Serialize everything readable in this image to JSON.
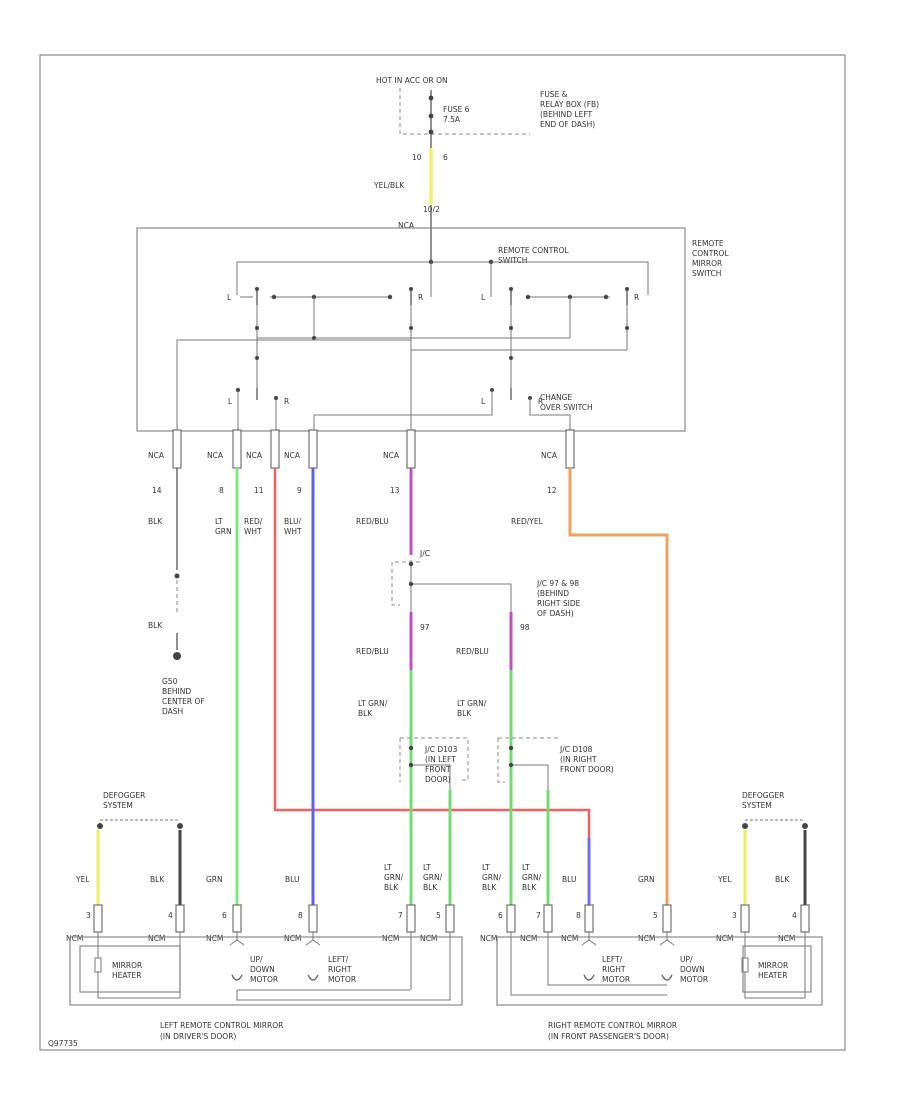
{
  "colors": {
    "yel_blk": "#f0f070",
    "grn": "#7ee87e",
    "red_wht": "#f06060",
    "blu_wht": "#6060f0",
    "red_blu": "#c050c0",
    "red_yel": "#f0a060",
    "lt_grn_blk": "#70dc70",
    "blk": "#444444",
    "yel": "#eeee66",
    "blu": "#7070ee"
  },
  "power": {
    "label": "HOT IN ACC OR ON",
    "fuse": "FUSE 6\n7.5A",
    "fuse_box": "FUSE &\nRELAY BOX (FB)\n(BEHIND LEFT\nEND OF DASH)",
    "pin_a": "10",
    "pin_b": "6",
    "wire": "YEL/BLK",
    "pin_sw": "10/2",
    "conn": "NCA"
  },
  "switch": {
    "title": "REMOTE\nCONTROL\nMIRROR\nSWITCH",
    "inner": "REMOTE CONTROL\nSWITCH",
    "changeover": "CHANGE\nOVER SWITCH",
    "l1": "L",
    "r1": "R",
    "l2": "L",
    "r2": "R",
    "l3": "L",
    "r3": "R",
    "l4": "L",
    "r4": "R"
  },
  "wires_top": [
    {
      "conn": "NCA",
      "pin": "14",
      "color": "BLK"
    },
    {
      "conn": "NCA",
      "pin": "8",
      "color": "LT\nGRN"
    },
    {
      "conn": "NCA",
      "pin": "11",
      "color": "RED/\nWHT"
    },
    {
      "conn": "NCA",
      "pin": "9",
      "color": "BLU/\nWHT"
    },
    {
      "conn": "NCA",
      "pin": "13",
      "color": "RED/BLU"
    },
    {
      "conn": "NCA",
      "pin": "12",
      "color": "RED/YEL"
    }
  ],
  "ground": {
    "wire": "BLK",
    "name": "G50\nBEHIND\nCENTER OF\nDASH"
  },
  "joint": {
    "name": "J/C",
    "desc": "J/C 97 & 98\n(BEHIND\nRIGHT SIDE\nOF DASH)",
    "pin_l": "97",
    "pin_r": "98",
    "wire_l": "RED/BLU",
    "wire_r": "RED/BLU",
    "out_l": "LT GRN/\nBLK",
    "out_r": "LT GRN/\nBLK"
  },
  "door_jc": {
    "left": "J/C D103\n(IN LEFT\nFRONT\nDOOR)",
    "right": "J/C D108\n(IN RIGHT\nFRONT DOOR)"
  },
  "defogger": {
    "left": "DEFOGGER\nSYSTEM",
    "right": "DEFOGGER\nSYSTEM"
  },
  "left_mirror": {
    "title": "LEFT REMOTE CONTROL MIRROR\n(IN DRIVER'S DOOR)",
    "heater": "MIRROR\nHEATER",
    "motor1": "UP/\nDOWN\nMOTOR",
    "motor2": "LEFT/\nRIGHT\nMOTOR",
    "wires": [
      {
        "color": "YEL",
        "pin": "3",
        "conn": "NCM"
      },
      {
        "color": "BLK",
        "pin": "4",
        "conn": "NCM"
      },
      {
        "color": "GRN",
        "pin": "6",
        "conn": "NCM"
      },
      {
        "color": "BLU",
        "pin": "8",
        "conn": "NCM"
      },
      {
        "color": "LT\nGRN/\nBLK",
        "pin": "7",
        "conn": "NCM"
      },
      {
        "color": "LT\nGRN/\nBLK",
        "pin": "5",
        "conn": "NCM"
      }
    ]
  },
  "right_mirror": {
    "title": "RIGHT REMOTE CONTROL MIRROR\n(IN FRONT PASSENGER'S DOOR)",
    "heater": "MIRROR\nHEATER",
    "motor1": "LEFT/\nRIGHT\nMOTOR",
    "motor2": "UP/\nDOWN\nMOTOR",
    "wires": [
      {
        "color": "LT\nGRN/\nBLK",
        "pin": "6",
        "conn": "NCM"
      },
      {
        "color": "LT\nGRN/\nBLK",
        "pin": "7",
        "conn": "NCM"
      },
      {
        "color": "BLU",
        "pin": "8",
        "conn": "NCM"
      },
      {
        "color": "GRN",
        "pin": "5",
        "conn": "NCM"
      },
      {
        "color": "YEL",
        "pin": "3",
        "conn": "NCM"
      },
      {
        "color": "BLK",
        "pin": "4",
        "conn": "NCM"
      }
    ]
  },
  "footer_code": "Q97735"
}
